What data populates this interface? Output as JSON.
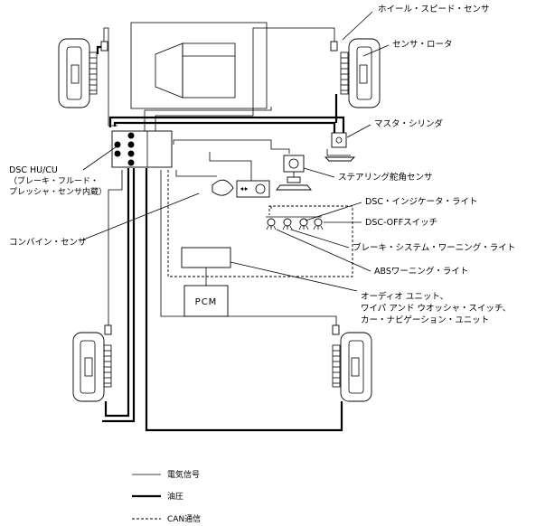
{
  "labels": {
    "wheel_speed_sensor": "ホイール・スピード・センサ",
    "sensor_rotor": "センサ・ロータ",
    "master_cylinder": "マスタ・シリンダ",
    "steering_angle_sensor": "ステアリング舵角センサ",
    "dsc_indicator_light": "DSC・インジケータ・ライト",
    "dsc_off_switch": "DSC-OFFスイッチ",
    "brake_system_warning_light": "ブレーキ・システム・ワーニング・ライト",
    "abs_warning_light": "ABSワーニング・ライト",
    "dsc_hu_cu": [
      "DSC HU/CU",
      "（ブレーキ・フルード・",
      "プレッシャ・センサ内蔵）"
    ],
    "combine_sensor": "コンバイン・センサ",
    "pcm": "PCM",
    "other_units": [
      "オーディオ ユニット、",
      "ワイパ アンド ウオッシャ・スイッチ、",
      "カー・ナビゲーション・ユニット"
    ]
  },
  "legend": {
    "electric_signal": "電気信号",
    "hydraulic": "油圧",
    "can": "CAN通信"
  }
}
